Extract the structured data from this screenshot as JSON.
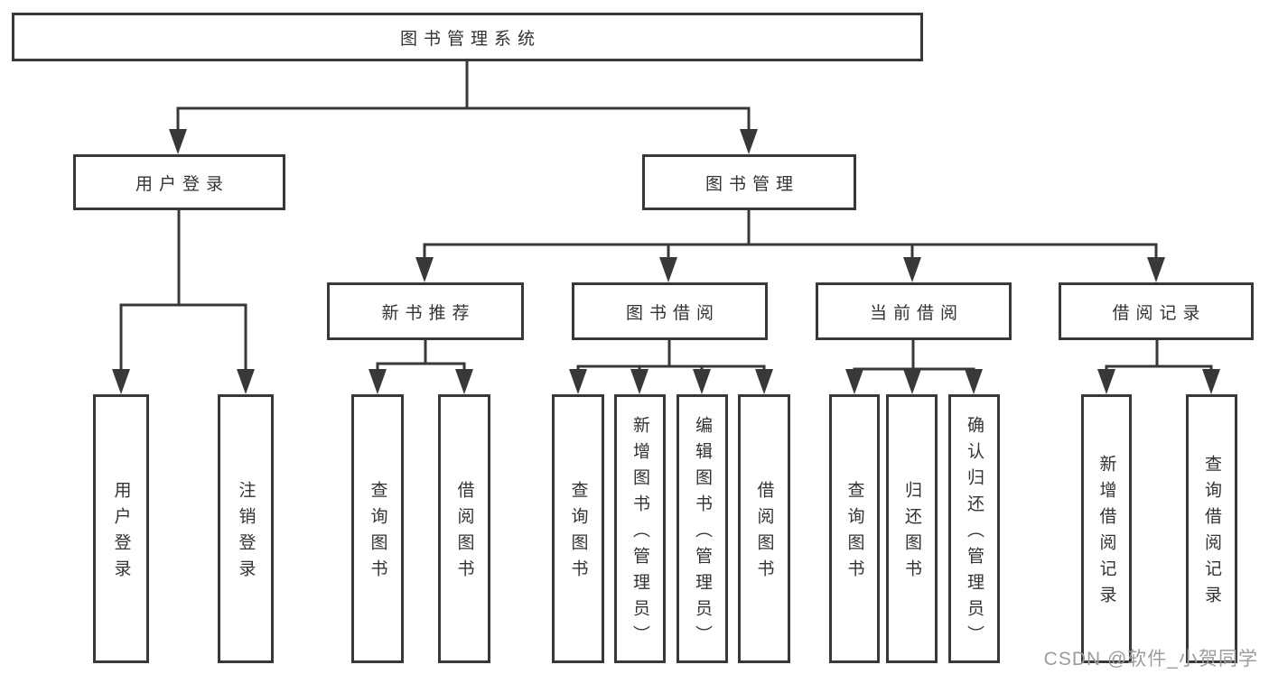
{
  "colors": {
    "line": "#383838",
    "text": "#333333",
    "watermark": "#9c9c9c",
    "background": "#ffffff"
  },
  "tree": {
    "root": {
      "label": "图书管理系统"
    },
    "level1": [
      {
        "label": "用户登录",
        "children": [
          "用户登录",
          "注销登录"
        ]
      },
      {
        "label": "图书管理",
        "modules": [
          {
            "label": "新书推荐",
            "children": [
              "查询图书",
              "借阅图书"
            ]
          },
          {
            "label": "图书借阅",
            "children": [
              "查询图书",
              "新增图书（管理员）",
              "编辑图书（管理员）",
              "借阅图书"
            ]
          },
          {
            "label": "当前借阅",
            "children": [
              "查询图书",
              "归还图书",
              "确认归还（管理员）"
            ]
          },
          {
            "label": "借阅记录",
            "children": [
              "新增借阅记录",
              "查询借阅记录"
            ]
          }
        ]
      }
    ]
  },
  "watermark": {
    "text": "CSDN @软件_小贺同学"
  }
}
